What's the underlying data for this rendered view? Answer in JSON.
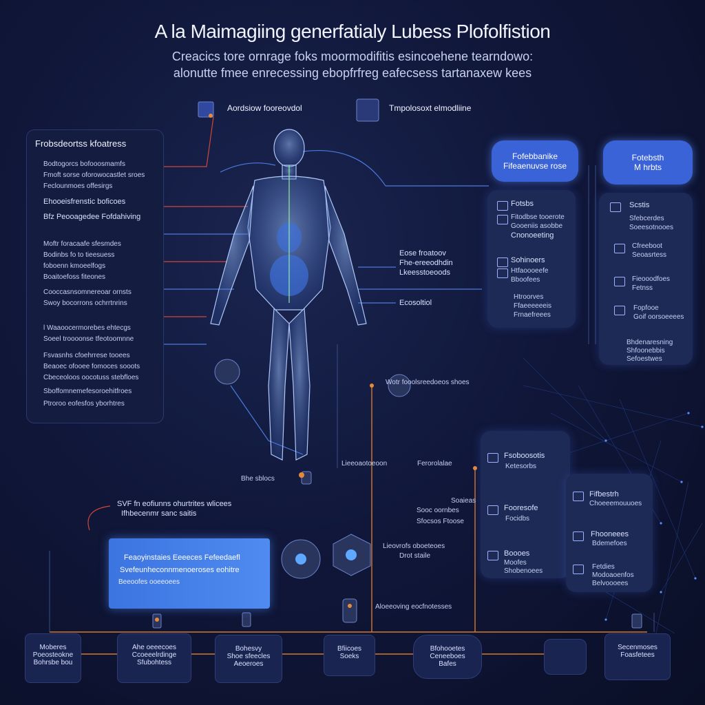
{
  "header": {
    "title": "A la Maimagiing generfatialy Lubess Plofolfistion",
    "subtitle_line1": "Creacics tore ornrage foks moormodifitis esincoehene tearndowo:",
    "subtitle_line2": "alonutte fmee enrecessing ebopfrfreg eafecsess tartanaxew kees"
  },
  "top_labels": {
    "left": "Aordsiow fooreovdol",
    "right": "Tmpolosoxt elmodliine"
  },
  "left_panel": {
    "title": "Frobsdeortss kfoatress",
    "rows": [
      "Bodtogorcs bofooosmamfs",
      "Fmoft sorse oforowocastlet sroes",
      "Feclounmoes offesirgs",
      "Ehooeisfrenstic boficoes",
      "Bfz Peooagedee Fofdahiving",
      "Moftr foracaafe sfesmdes",
      "Bodinbs fo to tieesuess",
      "foboenn kmoeelfogs",
      "Boaitoefoss fiteones",
      "Cooccasnsomnereoar ornsts",
      "Swoy bocorrons ochrrtnrins",
      "l Waaoocermorebes ehtecgs",
      "Soeel troooonse tfeotoomnne",
      "Fsvasnhs cfoehrrese tooees",
      "Beaoec ofooee fomoces sooots",
      "Cbeceoloos oocotuss stebfloes",
      "Sboffomnemefesoroehitfroes",
      "Ptroroo eofesfos yborhtres"
    ]
  },
  "center_labels": {
    "mid1": "Eose froatoov",
    "mid2": "Fhe-ereeodhdin",
    "mid3": "Lkeesstoeoods",
    "mid4": "Ecosoltiol",
    "lower1": "Lieeoaotoeoon",
    "lower2": "Ferorolalae",
    "left_lower": "Bhe sblocs",
    "annot1": "SVF fn eofiunns ohurtrites wlicees",
    "annot2": "Ifhbecenmr sanc saitis",
    "small_right": "Wotr fooolsreedoeos shoes",
    "small_right2": "Soaieas",
    "small_right3": "Sooc oornbes",
    "small_right4": "Sfocsos Ftoose",
    "mid_annot": "Lieovrofs oboeteoes",
    "mid_annot2": "Drot staile",
    "mid_annot3": "Aloeeoving eocfnotesses"
  },
  "blue_box": {
    "line1": "Feaoyinstaies Eeeeces Fefeedaefl",
    "line2": "Svefeunheconnmenoeroses eohitre",
    "line3": "Beeoofes ooeeoees"
  },
  "right_pills": [
    {
      "line1": "Fofebbanike",
      "line2": "Fifeaenuvse rose"
    },
    {
      "line1": "Fotebsth",
      "line2": "M hrbts"
    }
  ],
  "right_col1": [
    "Fotsbs",
    "Fitodbse tooerote",
    "Gooeniis asobbe",
    "Cnonoeeting",
    "Sohinoers",
    "Htfaoooeefe",
    "Bboofees",
    "Htroorves",
    "Ffaeeeeeeis",
    "Frnaefreees"
  ],
  "right_col2": [
    "Scstis",
    "Sfebcerdes",
    "Soeesotnooes",
    "Cfreeboot",
    "Seoasrtess",
    "Fieooodfoes",
    "Fetnss",
    "Fopfooe",
    "Goif oorsoeeees",
    "Bhdenaresning",
    "Shfoonebbis",
    "Sefoestwes"
  ],
  "lower_right1": [
    "Fsoboosotis",
    "Ketesorbs",
    "Fooresofe",
    "Focidbs",
    "Boooes",
    "Moofes",
    "Shobenoees"
  ],
  "lower_right2": [
    "Fifbestrh",
    "Choeeemouuoes",
    "Fhooneees",
    "Bdemefoes",
    "Fetdies",
    "Modoaoenfos",
    "Belvoooees"
  ],
  "bottom_nodes": [
    {
      "l1": "Moberes",
      "l2": "Poeosteokne",
      "l3": "Bohrsbe bou"
    },
    {
      "l1": "Ahe oeeecoes",
      "l2": "Ccoeeelrdinge",
      "l3": "Sfubohtess"
    },
    {
      "l1": "Bohesvy",
      "l2": "Shoe sfeecles",
      "l3": "Aeoeroes"
    },
    {
      "l1": "Bfiicoes",
      "l2": "Soeks",
      "l3": ""
    },
    {
      "l1": "Bfohooetes",
      "l2": "Ceneeboes",
      "l3": "Bafes"
    },
    {
      "l1": "Secenmoses",
      "l2": "Foasfetees",
      "l3": ""
    }
  ]
}
